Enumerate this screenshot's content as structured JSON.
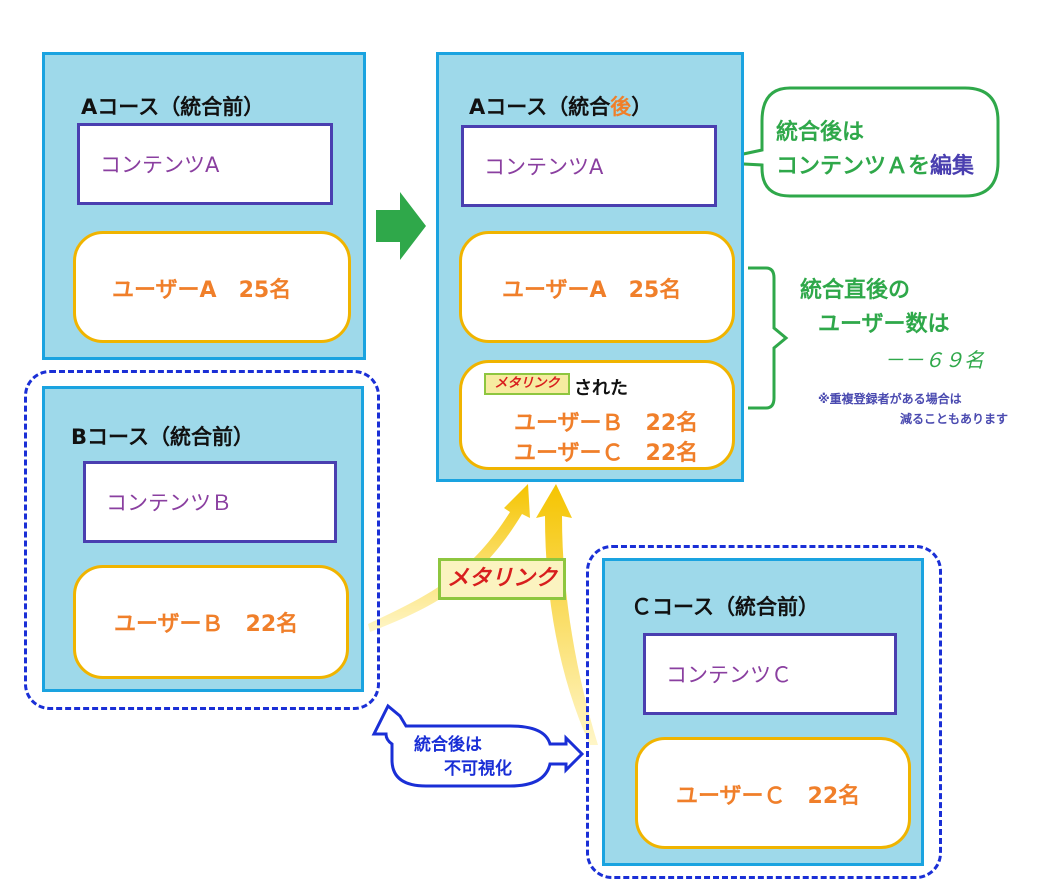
{
  "course_a_before": {
    "title": "Aコース（統合前）",
    "contents": "コンテンツA",
    "users": "ユーザーA　25名"
  },
  "course_a_after": {
    "title_prefix": "Aコース（統合",
    "title_highlight": "後",
    "title_suffix": "）",
    "contents": "コンテンツA",
    "users": "ユーザーA　25名",
    "metalink_badge": "メタリンク",
    "linked_suffix": "された",
    "linked_user_b": "ユーザーＢ　22名",
    "linked_user_c": "ユーザーＣ　22名"
  },
  "course_b_before": {
    "title": "Bコース（統合前）",
    "contents": "コンテンツＢ",
    "users": "ユーザーＢ　22名"
  },
  "course_c_before": {
    "title": "Ｃコース（統合前）",
    "contents": "コンテンツＣ",
    "users": "ユーザーＣ　22名"
  },
  "edit_callout": {
    "line1": "統合後は",
    "line2_prefix": "コンテンツＡを",
    "line2_emphasis": "編集"
  },
  "user_count_note": {
    "line1": "統合直後の",
    "line2": "ユーザー数は",
    "value": "－－６９名",
    "footnote_line1": "※重複登録者がある場合は",
    "footnote_line2": "減ることもあります"
  },
  "metalink_label": "メタリンク",
  "invisible_callout": {
    "line1": "統合後は",
    "line2": "不可視化"
  },
  "colors": {
    "course_fill": "#9ed9ea",
    "course_border": "#1aa3e0",
    "contents_border": "#4a3fb0",
    "users_border": "#f0b400",
    "user_text": "#f07f2a",
    "green": "#2fa84a",
    "dashed_blue": "#1a2fd6"
  }
}
